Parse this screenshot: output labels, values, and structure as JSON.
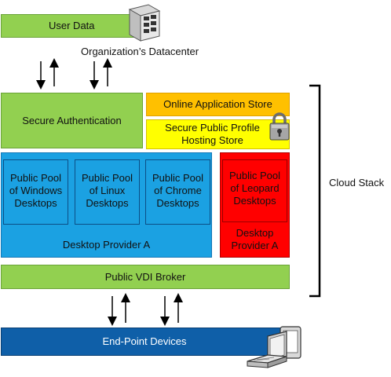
{
  "user_data": {
    "label": "User Data"
  },
  "datacenter": {
    "label": "Organization’s Datacenter",
    "icon": "server-icon"
  },
  "secure_auth": {
    "label": "Secure Authentication"
  },
  "app_store": {
    "label": "Online Application Store"
  },
  "profile_store": {
    "line1": "Secure Public Profile",
    "line2": "Hosting Store",
    "icon": "padlock-icon"
  },
  "pools": [
    {
      "l1": "Public Pool",
      "l2": "of Windows",
      "l3": "Desktops"
    },
    {
      "l1": "Public Pool",
      "l2": "of Linux",
      "l3": "Desktops"
    },
    {
      "l1": "Public Pool",
      "l2": "of Chrome",
      "l3": "Desktops"
    },
    {
      "l1": "Public Pool",
      "l2": "of Leopard",
      "l3": "Desktops"
    }
  ],
  "provider_a": {
    "label": "Desktop Provider A"
  },
  "red_provider": {
    "line1": "Desktop",
    "line2": "Provider A"
  },
  "broker": {
    "label": "Public VDI Broker"
  },
  "endpoint": {
    "label": "End-Point Devices",
    "icon": "laptop-icon"
  },
  "cloud_stack": {
    "label": "Cloud Stack"
  },
  "colors": {
    "green": "#92d050",
    "green_border": "#6aa338",
    "orange": "#ffc000",
    "yellow": "#ffff00",
    "blue": "#1ba1e2",
    "blue_border": "#1577b7",
    "red": "#ff0000",
    "dark_blue": "#0f5fa8"
  }
}
